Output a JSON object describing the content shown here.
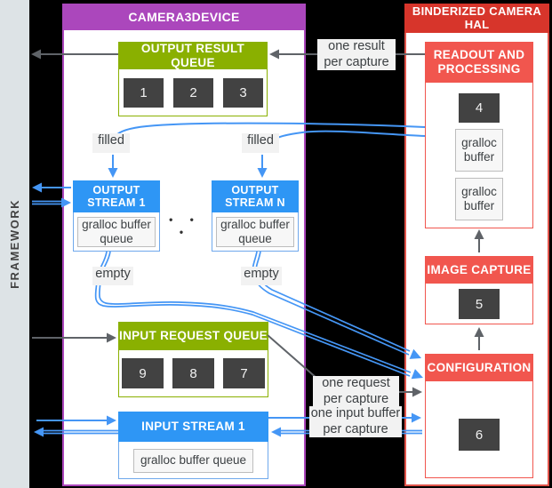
{
  "framework": {
    "label": "FRAMEWORK"
  },
  "camera3device": {
    "title": "CAMERA3DEVICE",
    "output_result_queue": {
      "title": "OUTPUT RESULT QUEUE",
      "items": [
        "1",
        "2",
        "3"
      ]
    },
    "output_stream_1": {
      "title": "OUTPUT STREAM 1",
      "buffer_label": "gralloc buffer queue"
    },
    "output_stream_n": {
      "title": "OUTPUT STREAM N",
      "buffer_label": "gralloc buffer queue"
    },
    "dots": "• • •",
    "input_request_queue": {
      "title": "INPUT REQUEST QUEUE",
      "items": [
        "9",
        "8",
        "7"
      ]
    },
    "input_stream_1": {
      "title": "INPUT STREAM 1",
      "buffer_label": "gralloc buffer queue"
    }
  },
  "hal": {
    "title": "BINDERIZED CAMERA HAL",
    "readout": {
      "title": "READOUT AND PROCESSING",
      "item": "4",
      "buffers": [
        "gralloc buffer",
        "gralloc buffer"
      ]
    },
    "image_capture": {
      "title": "IMAGE CAPTURE",
      "item": "5"
    },
    "configuration": {
      "title": "CONFIGURATION",
      "item": "6"
    }
  },
  "labels": {
    "one_result": "one result per capture",
    "filled": "filled",
    "empty": "empty",
    "one_request": "one request per capture",
    "one_input_buffer": "one input buffer per capture"
  },
  "colors": {
    "purple": "#AB47BC",
    "dark_red": "#D7352B",
    "salmon_red": "#F1564E",
    "olive_green": "#8AB000",
    "blue": "#2E96F5",
    "arrow_blue": "#4596F5",
    "arrow_gray": "#5F6368",
    "dark_box": "#424242",
    "sidebar_gray": "#DDE3E6",
    "label_bg": "#F2F2F2",
    "background": "#000000"
  }
}
